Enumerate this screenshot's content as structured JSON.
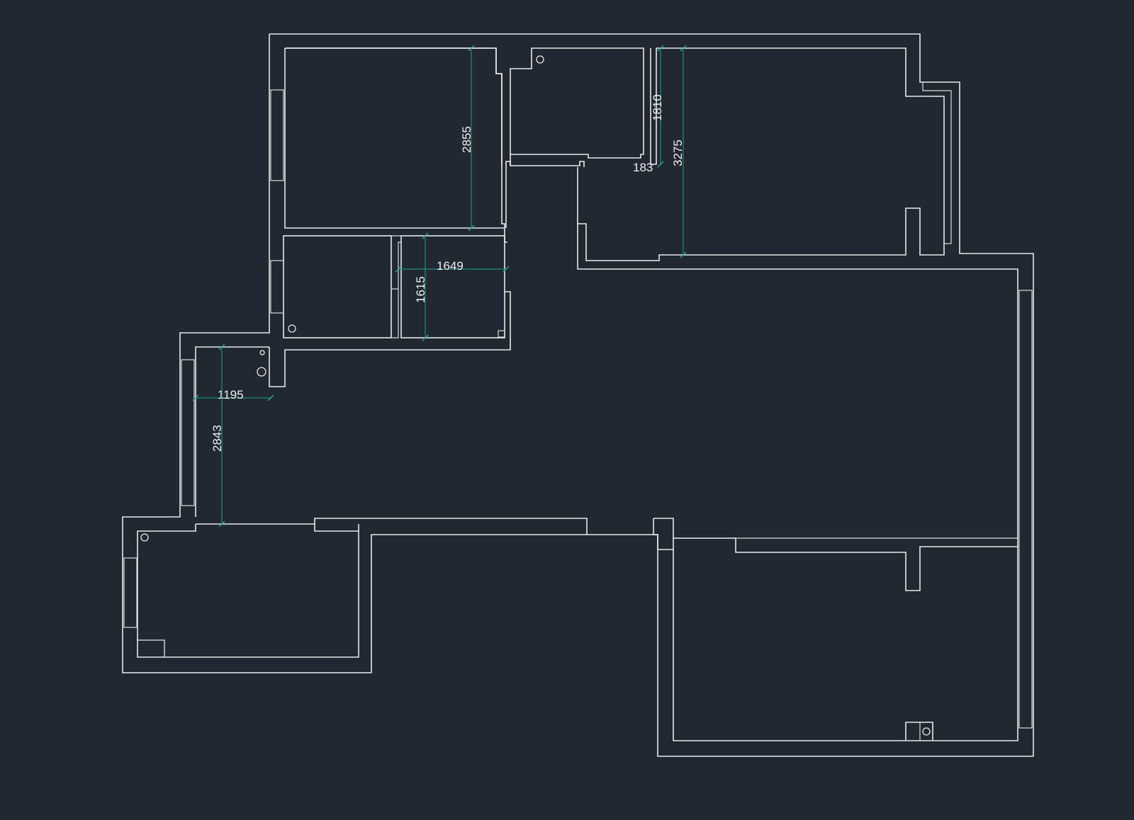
{
  "colors": {
    "background": "#222831",
    "wall": "#e6e8eb",
    "dimension_line": "#1f8c7e",
    "dimension_text": "#eef0f2"
  },
  "dimensions": {
    "d2855": "2855",
    "d1810": "1810",
    "d183": "183",
    "d3275": "3275",
    "d1649": "1649",
    "d1615": "1615",
    "d1195": "1195",
    "d2843": "2843"
  }
}
